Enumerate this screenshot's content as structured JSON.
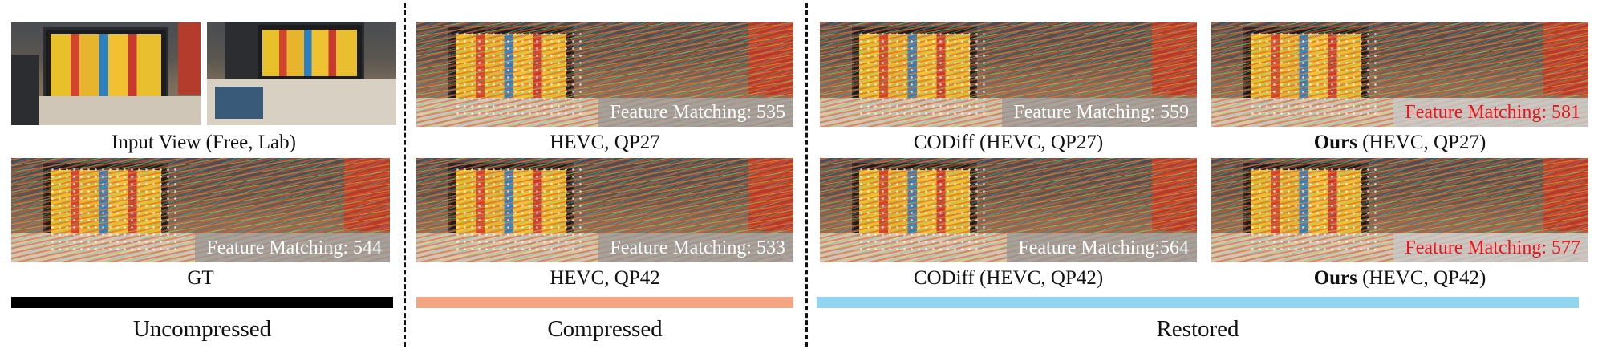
{
  "panels": {
    "input_left": {},
    "input_right": {},
    "gt": {
      "badge": "Feature Matching: 544"
    },
    "hevc_qp27": {
      "badge": "Feature Matching: 535"
    },
    "hevc_qp42": {
      "badge": "Feature Matching: 533"
    },
    "codiff_qp27": {
      "badge": "Feature Matching: 559"
    },
    "codiff_qp42": {
      "badge": "Feature Matching:564"
    },
    "ours_qp27": {
      "badge": "Feature Matching: 581"
    },
    "ours_qp42": {
      "badge": "Feature Matching: 577"
    }
  },
  "captions": {
    "input": "Input View (Free, Lab)",
    "gt": "GT",
    "hevc_qp27": "HEVC, QP27",
    "hevc_qp42": "HEVC, QP42",
    "codiff_qp27": "CODiff (HEVC, QP27)",
    "codiff_qp42": "CODiff (HEVC, QP42)",
    "ours_bold": "Ours",
    "ours_qp27_rest": " (HEVC, QP27)",
    "ours_qp42_rest": " (HEVC, QP42)"
  },
  "groups": {
    "uncompressed": "Uncompressed",
    "compressed": "Compressed",
    "restored": "Restored"
  },
  "colors": {
    "uncompressed_bar": "#000000",
    "compressed_bar": "#f4a582",
    "restored_bar": "#92d5f0",
    "highlight_text": "#e8141b"
  }
}
